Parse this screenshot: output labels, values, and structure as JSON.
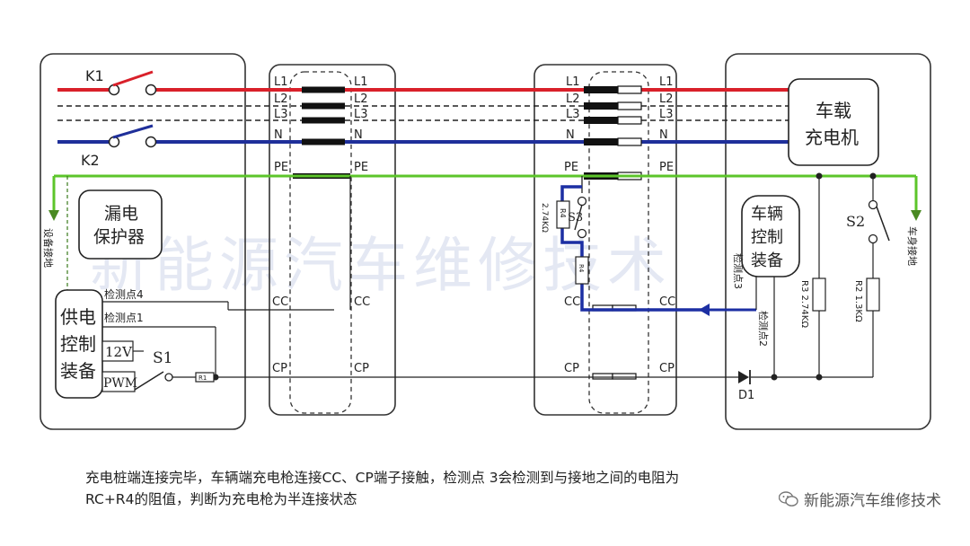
{
  "labels": {
    "k1": "K1",
    "k2": "K2",
    "s1": "S1",
    "s2": "S2",
    "s3": "S3",
    "d1": "D1",
    "v12": "12V",
    "pwm": "PWM",
    "r1": "R1",
    "r4": "R4",
    "r4_value": "2.74KΩ",
    "r3": "R3 2.74KΩ",
    "r2": "R2 1.3KΩ",
    "l1": "L1",
    "l2": "L2",
    "l3": "L3",
    "n": "N",
    "pe": "PE",
    "cc": "CC",
    "cp": "CP",
    "equip_ground": "设备接地",
    "body_ground": "车身接地",
    "det4": "检测点4",
    "det1": "检测点1",
    "det3": "检测点3",
    "det2": "检测点2"
  },
  "boxes": {
    "leakage": [
      "漏电",
      "保护器"
    ],
    "supply_ctrl": [
      "供电",
      "控制",
      "装备"
    ],
    "onboard_charger": [
      "车载",
      "充电机"
    ],
    "vehicle_ctrl": [
      "车辆",
      "控制",
      "装备"
    ]
  },
  "watermark": "新能源汽车维修技术",
  "caption": {
    "line1": "充电桩端连接完毕，车辆端充电枪连接CC、CP端子接触，检测点 3会检测到与接地之间的电阻为",
    "line2": "RC+R4的阻值，判断为充电枪为半连接状态"
  },
  "footer_watermark": "新能源汽车维修技术",
  "colors": {
    "phase": "#d9202a",
    "neutral": "#1f2f9a",
    "earth": "#5cc52a",
    "highlight": "#1c2fa3"
  }
}
